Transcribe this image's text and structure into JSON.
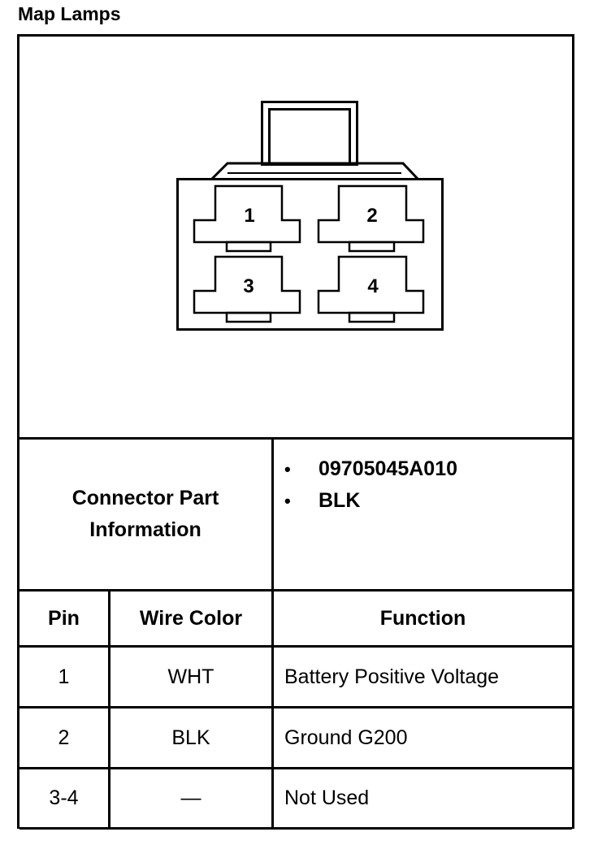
{
  "title": "Map Lamps",
  "connector": {
    "pins": [
      "1",
      "2",
      "3",
      "4"
    ]
  },
  "part_info": {
    "label": "Connector Part Information",
    "label_line1": "Connector Part",
    "label_line2": "Information",
    "items": [
      "09705045A010",
      "BLK"
    ]
  },
  "table": {
    "headers": {
      "pin": "Pin",
      "wire_color": "Wire Color",
      "function": "Function"
    },
    "rows": [
      {
        "pin": "1",
        "wire_color": "WHT",
        "function": "Battery Positive Voltage"
      },
      {
        "pin": "2",
        "wire_color": "BLK",
        "function": "Ground G200"
      },
      {
        "pin": "3-4",
        "wire_color": "—",
        "function": "Not Used"
      }
    ]
  }
}
